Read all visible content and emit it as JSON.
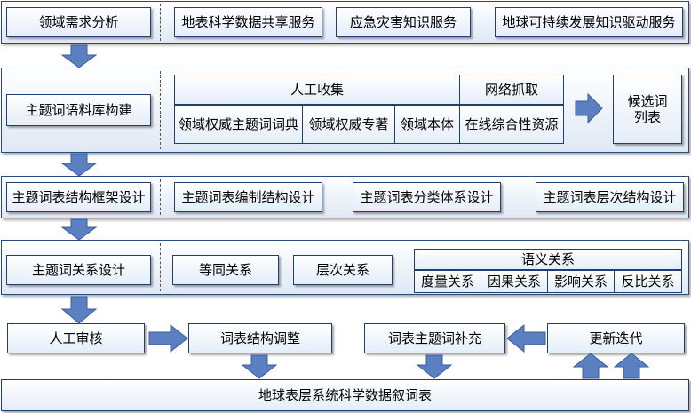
{
  "row1": {
    "label": "领域需求分析",
    "items": [
      "地表科学数据共享服务",
      "应急灾害知识服务",
      "地球可持续发展知识驱动服务"
    ]
  },
  "row2": {
    "label": "主题词语料库构建",
    "manual": {
      "title": "人工收集",
      "items": [
        "领域权威主题词词典",
        "领域权威专著",
        "领域本体"
      ]
    },
    "web": {
      "title": "网络抓取",
      "item": "在线综合性资源"
    },
    "candidate": "候选词列表"
  },
  "row3": {
    "label": "主题词表结构框架设计",
    "items": [
      "主题词表编制结构设计",
      "主题词表分类体系设计",
      "主题词表层次结构设计"
    ]
  },
  "row4": {
    "label": "主题词关系设计",
    "items": [
      "等同关系",
      "层次关系"
    ],
    "semantic": {
      "title": "语义关系",
      "items": [
        "度量关系",
        "因果关系",
        "影响关系",
        "反比关系"
      ]
    }
  },
  "row5": {
    "review": "人工审核",
    "adjust": "词表结构调整",
    "supplement": "词表主题词补充",
    "update": "更新迭代"
  },
  "row6": {
    "output": "地球表层系统科学数据叙词表"
  }
}
